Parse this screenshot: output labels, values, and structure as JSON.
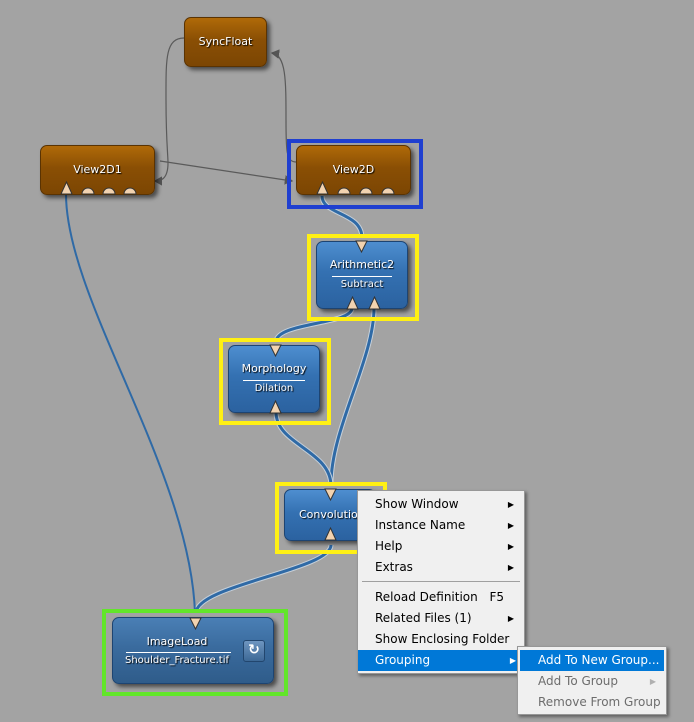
{
  "nodes": {
    "syncfloat": {
      "title": "SyncFloat"
    },
    "view2d1": {
      "title": "View2D1"
    },
    "view2d": {
      "title": "View2D"
    },
    "arithmetic2": {
      "title": "Arithmetic2",
      "subtitle": "Subtract"
    },
    "morphology": {
      "title": "Morphology",
      "subtitle": "Dilation"
    },
    "convolution": {
      "title": "Convolution"
    },
    "imageload": {
      "title": "ImageLoad",
      "subtitle": "Shoulder_Fracture.tif",
      "reload_icon": "refresh-icon"
    }
  },
  "selection_colors": {
    "view2d": "#1f3fd0",
    "processing": "#fff014",
    "imageload": "#62e62a"
  },
  "context_menu": {
    "items": [
      {
        "label": "Show Window",
        "submenu": true
      },
      {
        "label": "Instance Name",
        "submenu": true
      },
      {
        "label": "Help",
        "submenu": true
      },
      {
        "label": "Extras",
        "submenu": true
      },
      {
        "label": "Reload Definition",
        "shortcut": "F5"
      },
      {
        "label": "Related Files (1)",
        "submenu": true
      },
      {
        "label": "Show Enclosing Folder"
      },
      {
        "label": "Grouping",
        "submenu": true,
        "highlighted": true
      }
    ],
    "submenu_arrow": "▶"
  },
  "grouping_submenu": {
    "items": [
      {
        "label": "Add To New Group...",
        "highlighted": true
      },
      {
        "label": "Add To Group",
        "submenu": true,
        "disabled": true
      },
      {
        "label": "Remove From Group",
        "disabled": true
      }
    ]
  }
}
